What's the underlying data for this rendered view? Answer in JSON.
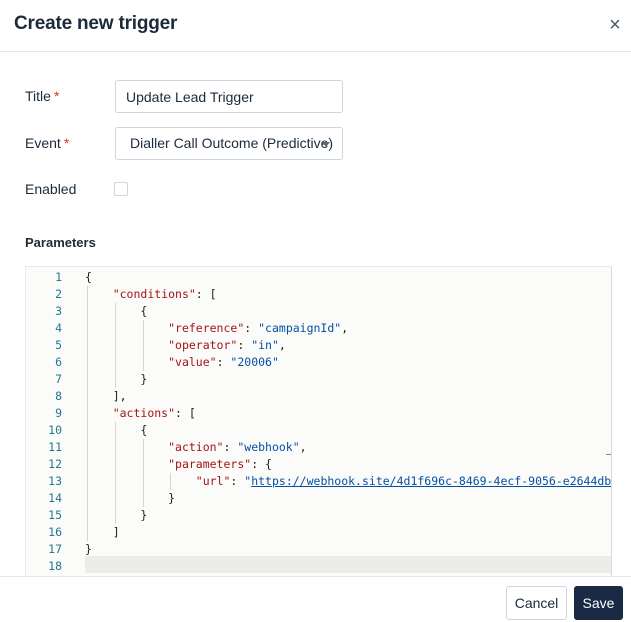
{
  "dialog": {
    "title": "Create new trigger",
    "close_icon": "×"
  },
  "form": {
    "title_label": "Title",
    "title_value": "Update Lead Trigger",
    "event_label": "Event",
    "event_value": "Dialler Call Outcome (Predictive)",
    "enabled_label": "Enabled",
    "enabled_checked": false,
    "required_mark": "*",
    "parameters_label": "Parameters"
  },
  "editor": {
    "line_numbers": [
      "1",
      "2",
      "3",
      "4",
      "5",
      "6",
      "7",
      "8",
      "9",
      "10",
      "11",
      "12",
      "13",
      "14",
      "15",
      "16",
      "17",
      "18"
    ],
    "lines": [
      "{",
      "    \"conditions\": [",
      "        {",
      "            \"reference\": \"campaignId\",",
      "            \"operator\": \"in\",",
      "            \"value\": \"20006\"",
      "        }",
      "    ],",
      "    \"actions\": [",
      "        {",
      "            \"action\": \"webhook\",",
      "            \"parameters\": {",
      "                \"url\": \"https://webhook.site/4d1f696c-8469-4ecf-9056-e2644db",
      "            }",
      "        }",
      "    ]",
      "}",
      ""
    ]
  },
  "footer": {
    "cancel_label": "Cancel",
    "save_label": "Save"
  },
  "colors": {
    "accent": "#1a2a44",
    "required": "#d0352c",
    "json_key": "#a31515",
    "json_string": "#0451a5",
    "line_number": "#237893"
  }
}
